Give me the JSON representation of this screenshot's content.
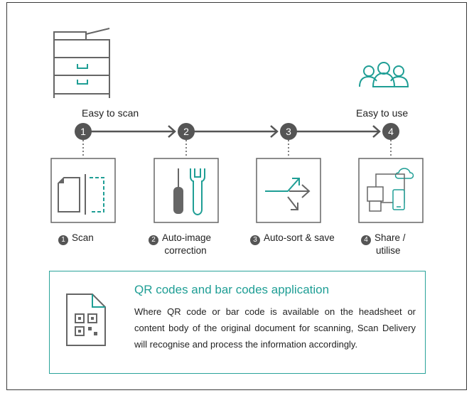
{
  "header_labels": {
    "left": "Easy to scan",
    "right": "Easy to use"
  },
  "steps": [
    {
      "num": "1",
      "label_line1": "Scan",
      "label_line2": ""
    },
    {
      "num": "2",
      "label_line1": "Auto-image",
      "label_line2": "correction"
    },
    {
      "num": "3",
      "label_line1": "Auto-sort & save",
      "label_line2": ""
    },
    {
      "num": "4",
      "label_line1": "Share /",
      "label_line2": "utilise"
    }
  ],
  "qr_panel": {
    "title": "QR codes and bar codes application",
    "body": "Where QR code or bar code is available on the headsheet or content body of the original document for scanning, Scan Delivery will recognise and process the information accordingly."
  },
  "colors": {
    "accent": "#1f9e95",
    "line": "#555555",
    "icon": "#666666",
    "frame": "#3a3a3a"
  },
  "icons": [
    "printer-icon",
    "users-icon",
    "scan-document-icon",
    "screwdriver-wrench-icon",
    "sort-arrows-icon",
    "share-devices-icon",
    "qr-document-icon"
  ]
}
